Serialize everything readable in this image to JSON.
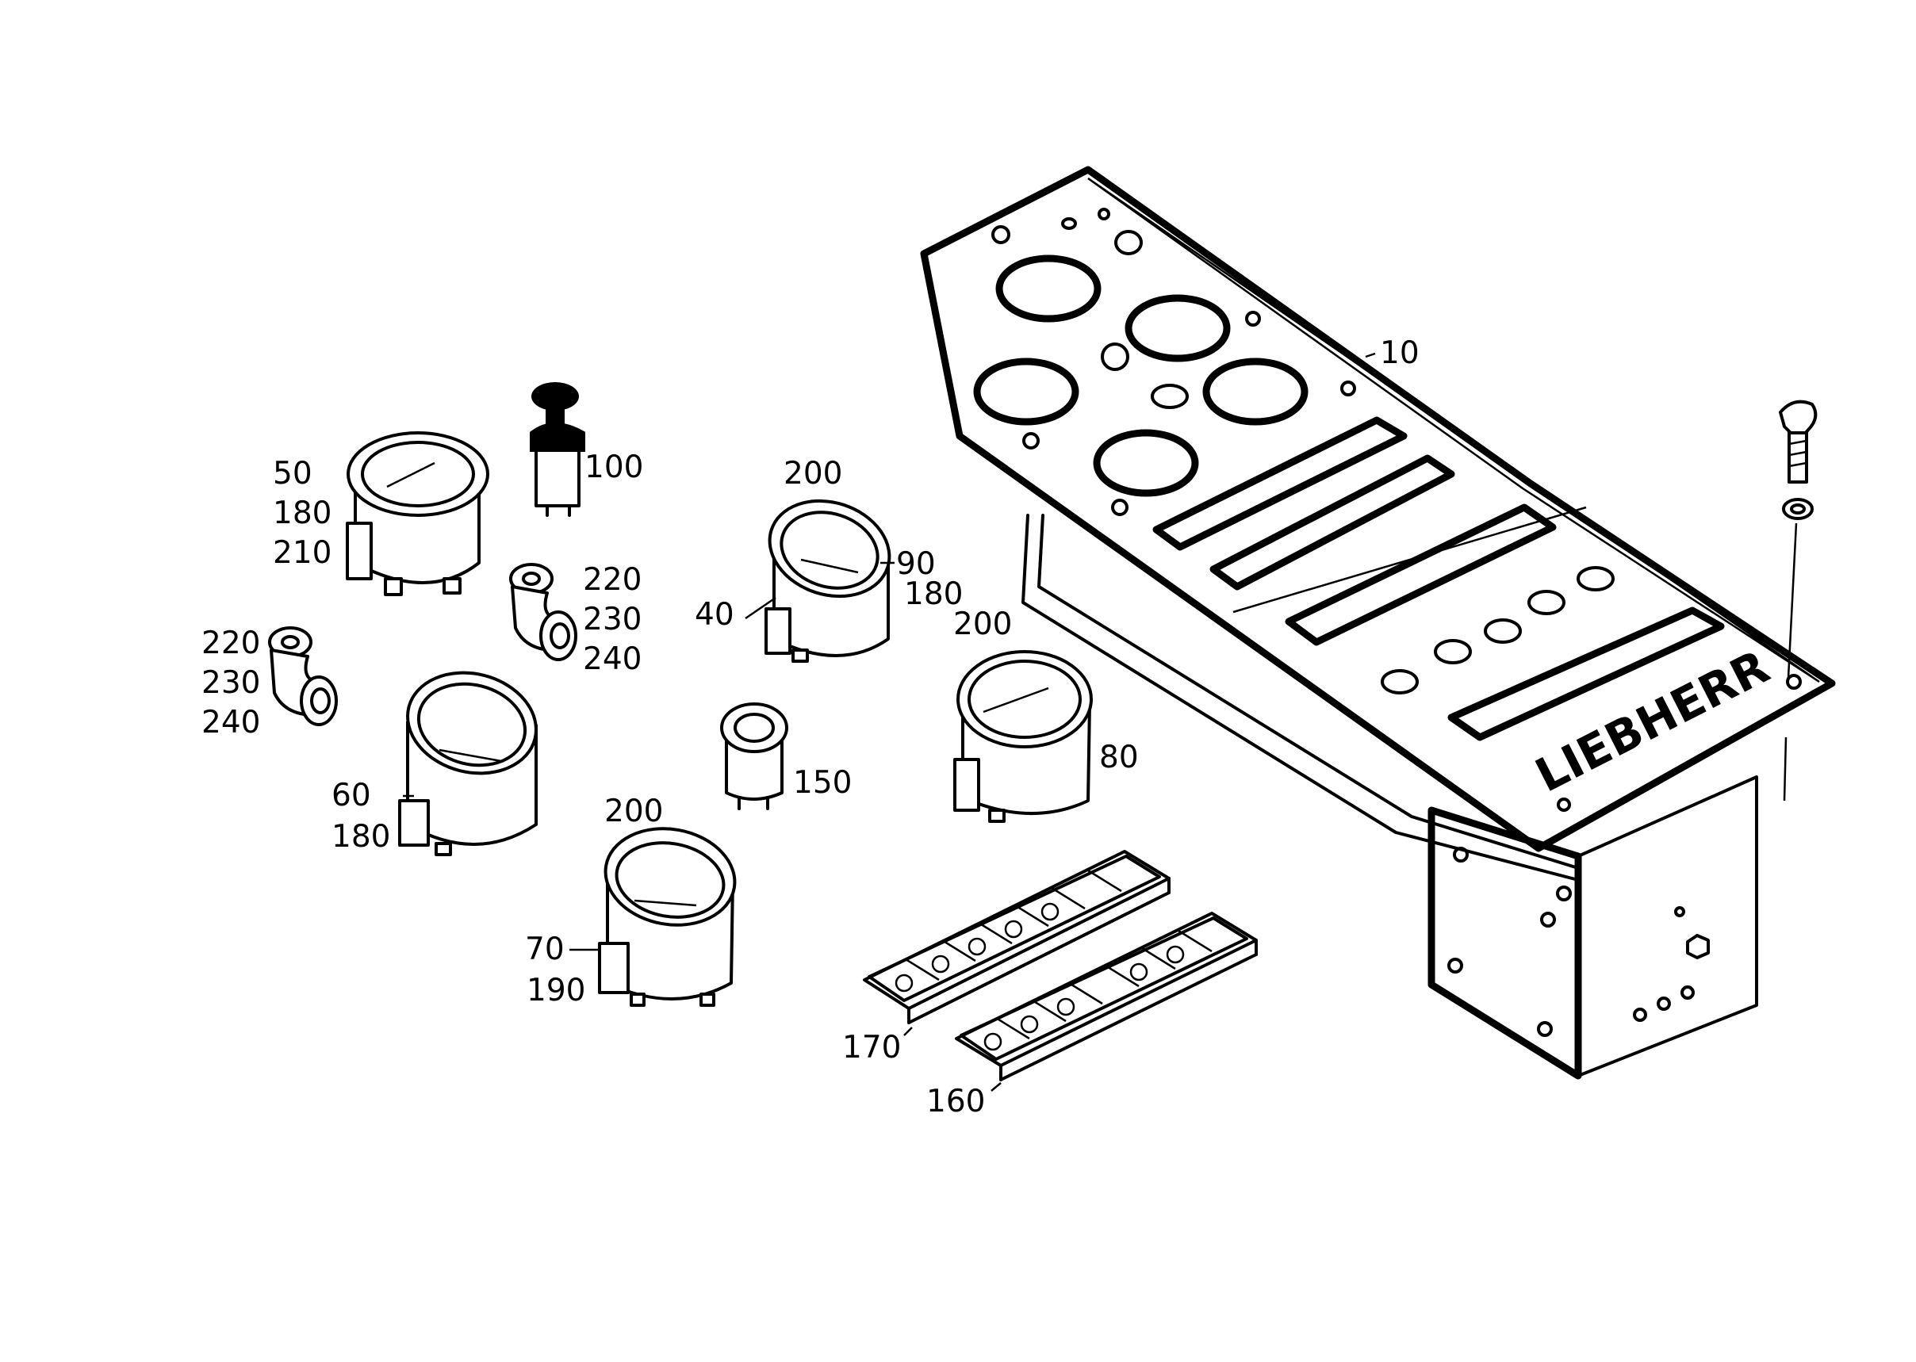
{
  "brand": "LIEBHERR",
  "callouts": {
    "c10": "10",
    "c50": "50",
    "c180a": "180",
    "c210": "210",
    "c100": "100",
    "c220a": "220",
    "c230a": "230",
    "c240a": "240",
    "c220b": "220",
    "c230b": "230",
    "c240b": "240",
    "c200a": "200",
    "c90": "90",
    "c180b": "180",
    "c40": "40",
    "c200b": "200",
    "c80": "80",
    "c60": "60",
    "c180c": "180",
    "c150": "150",
    "c200c": "200",
    "c70": "70",
    "c190": "190",
    "c170": "170",
    "c160": "160"
  }
}
